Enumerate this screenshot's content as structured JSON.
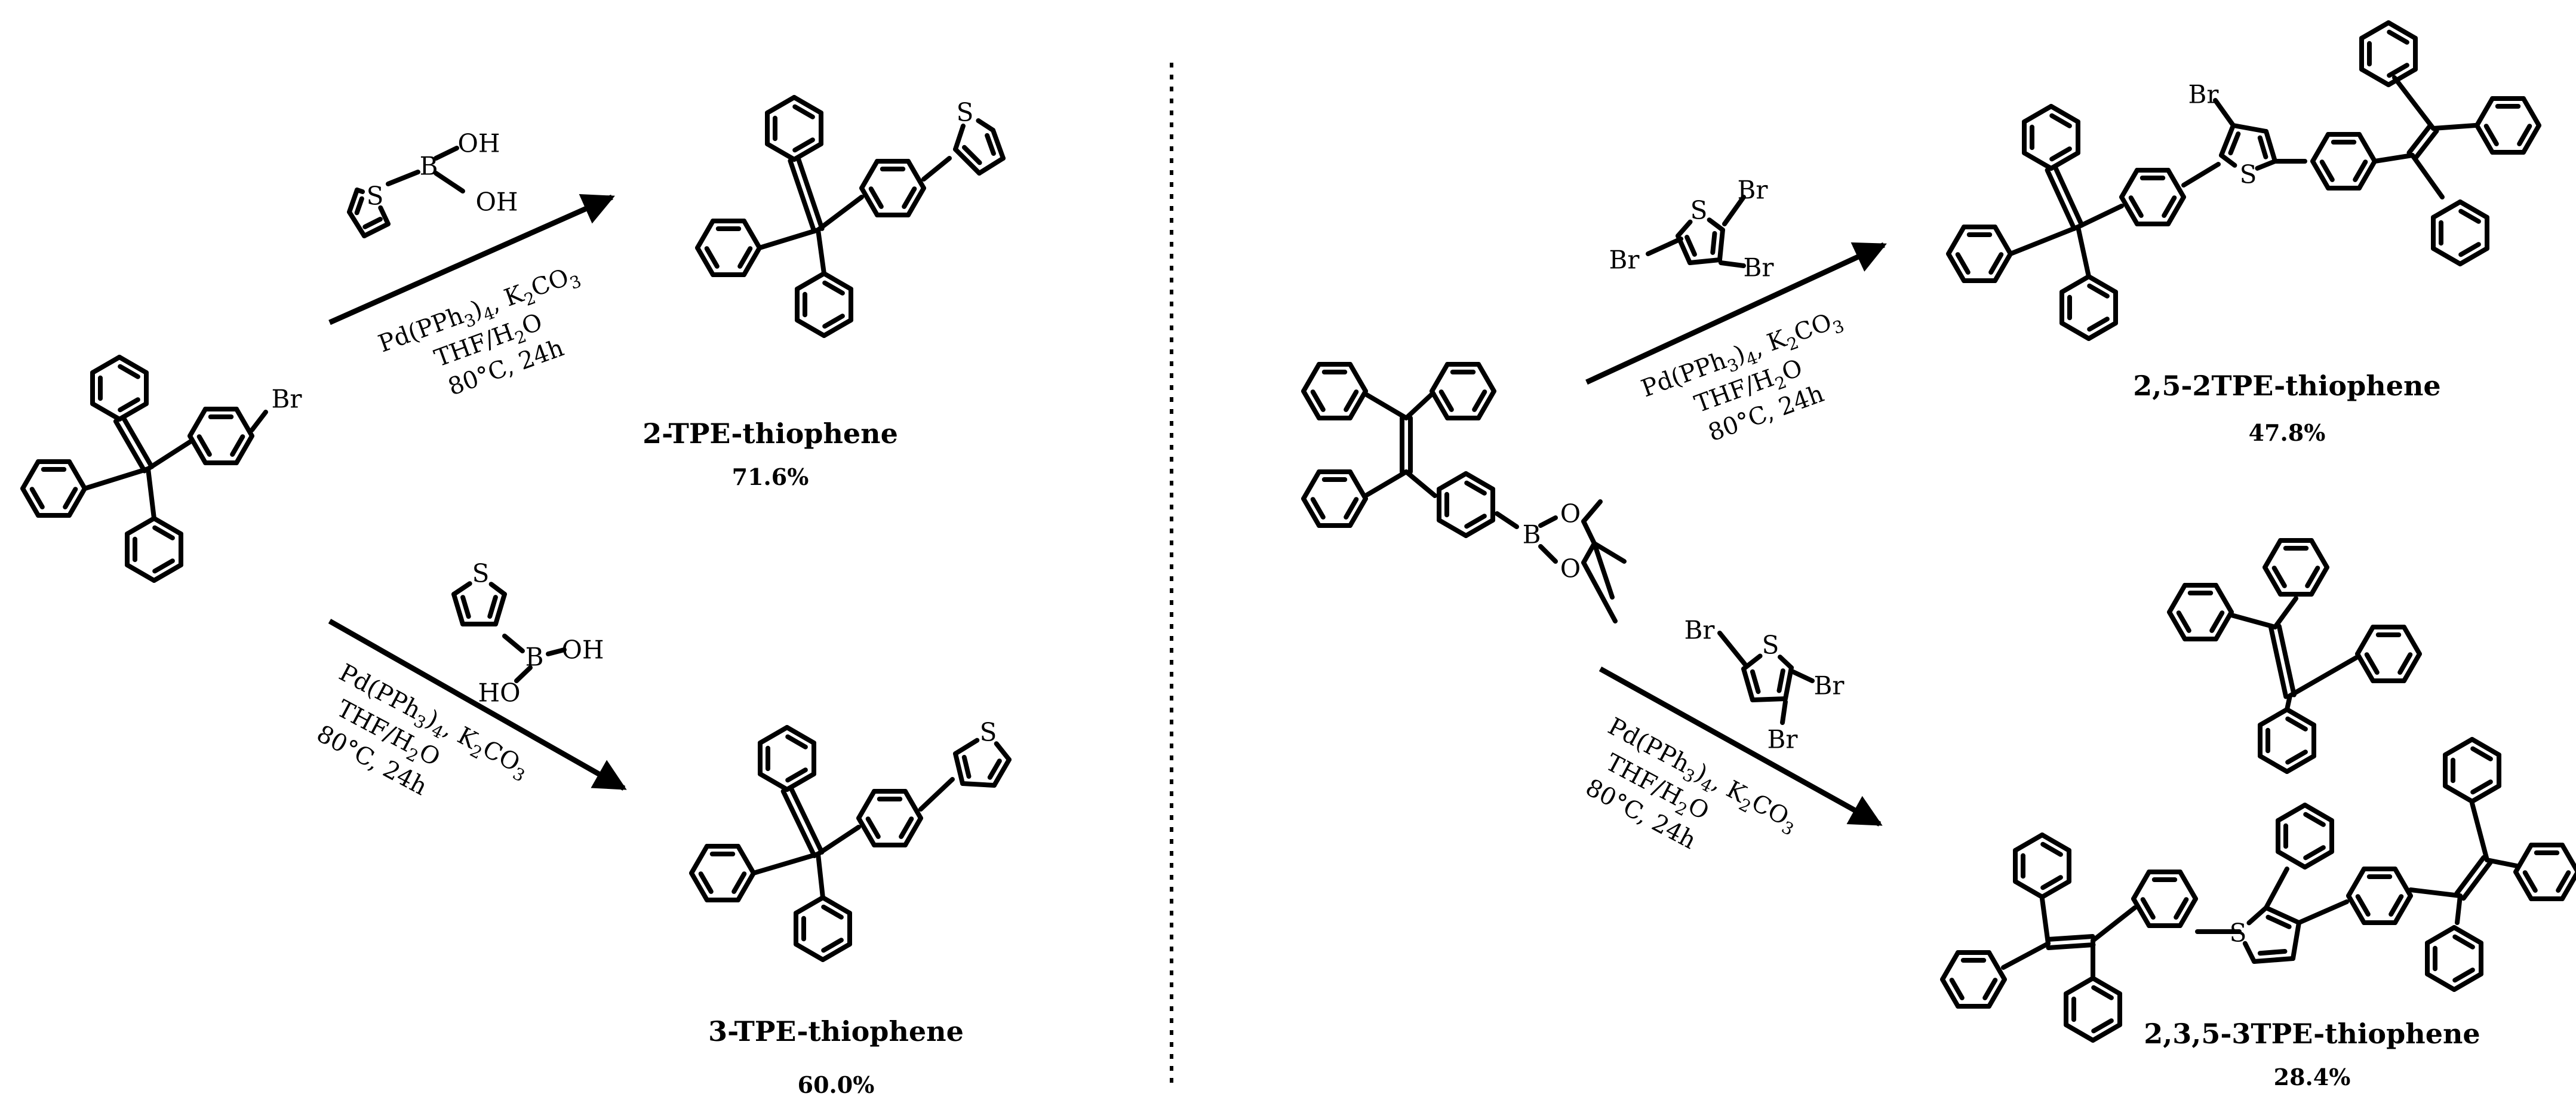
{
  "colors": {
    "ink": "#000000",
    "background": "#ffffff"
  },
  "atoms": {
    "Br": "Br",
    "S": "S",
    "B": "B",
    "O": "O",
    "OH": "OH",
    "HO": "HO"
  },
  "conditions": {
    "catalyst": "Pd(PPh3)4, K2CO3",
    "solvent": "THF/H2O",
    "temp_time": "80°C, 24h"
  },
  "products": [
    {
      "name": "2-TPE-thiophene",
      "yield": "71.6%"
    },
    {
      "name": "3-TPE-thiophene",
      "yield": "60.0%"
    },
    {
      "name": "2,5-2TPE-thiophene",
      "yield": "47.8%"
    },
    {
      "name": "2,3,5-3TPE-thiophene",
      "yield": "28.4%"
    }
  ]
}
